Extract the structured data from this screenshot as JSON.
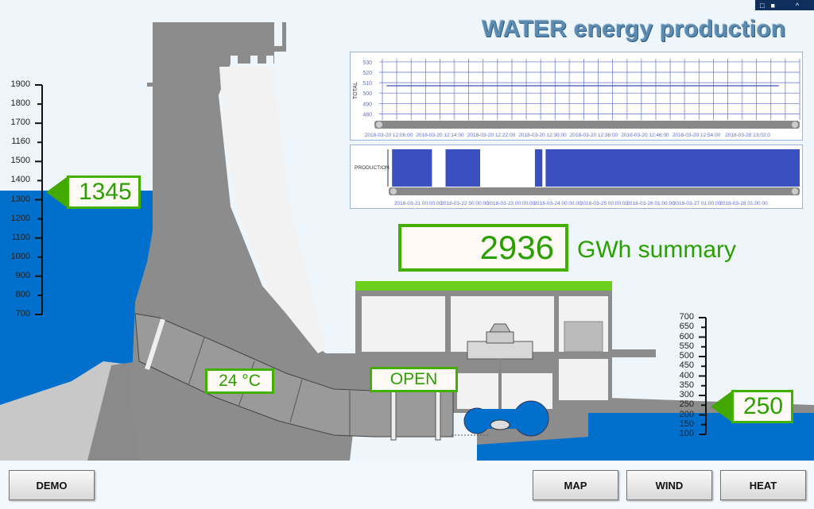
{
  "title": "WATER energy production",
  "window_controls": {
    "monitor": "□",
    "stop": "■",
    "collapse": "^"
  },
  "upper_reservoir": {
    "scale": [
      "1900",
      "1800",
      "1700",
      "1160",
      "1500",
      "1400",
      "1300",
      "1200",
      "1100",
      "1000",
      "900",
      "800",
      "700"
    ],
    "level": "1345"
  },
  "lower_reservoir": {
    "scale": [
      "700",
      "650",
      "600",
      "550",
      "500",
      "450",
      "400",
      "350",
      "300",
      "250",
      "200",
      "150",
      "100"
    ],
    "level": "250"
  },
  "temperature": "24  °C",
  "valve_state": "OPEN",
  "summary": {
    "value": "2936",
    "unit": "GWh summary"
  },
  "chart_data": [
    {
      "type": "line",
      "ylabel": "TOTAL",
      "yticks": [
        "530",
        "520",
        "510",
        "500",
        "490",
        "480"
      ],
      "ylim": [
        478,
        533
      ],
      "xticks": [
        "2018-03-20 12:06:00",
        "2018-03-20 12:14:00",
        "2018-03-20 12:22:00",
        "2018-03-20 12:30:00",
        "2018-03-20 12:38:00",
        "2018-03-20 12:46:00",
        "2018-03-20 12:54:00",
        "2018-03-20 13:02:0"
      ],
      "series": [
        {
          "name": "TOTAL",
          "value": 507,
          "from_fraction": 0.01,
          "to_fraction": 0.95
        }
      ]
    },
    {
      "type": "bar",
      "ylabel": "PRODUCTION",
      "xticks": [
        "2018-03-21 00:00:00",
        "2018-03-22 00:00:00",
        "2018-03-23 00:00:00",
        "2018-03-24 00:00:00",
        "2018-03-25 00:00:00",
        "2018-03-26 01:00:00",
        "2018-03-27 01:00:00",
        "2018-03-28 01:00:00"
      ],
      "on_intervals_fraction": [
        [
          0.01,
          0.107
        ],
        [
          0.14,
          0.224
        ],
        [
          0.357,
          0.375
        ],
        [
          0.383,
          1.0
        ]
      ]
    }
  ],
  "buttons": {
    "demo": "DEMO",
    "map": "MAP",
    "wind": "WIND",
    "heat": "HEAT"
  },
  "colors": {
    "water": "#0070cc",
    "accent": "#43b000",
    "chart": "#3a4fc0"
  }
}
